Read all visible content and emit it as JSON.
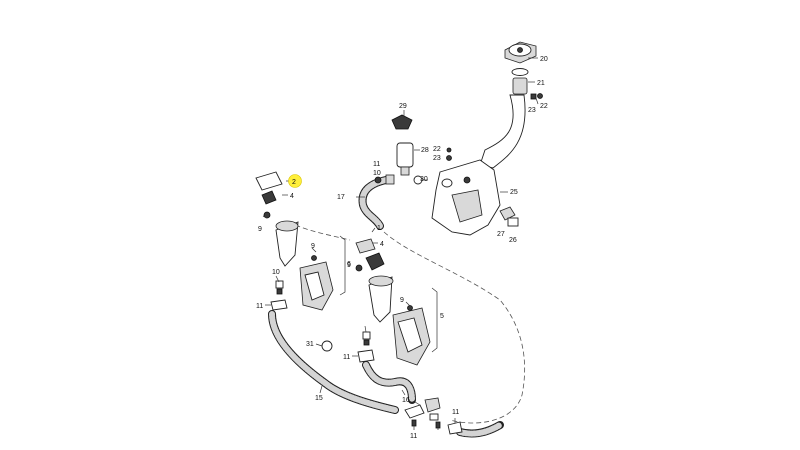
{
  "callouts": {
    "c1a": "1",
    "c2": "2",
    "c4a": "4",
    "c4b": "4",
    "c5": "5",
    "c6": "6",
    "c9a": "9",
    "c9b": "9",
    "c9c": "9",
    "c9d": "9",
    "c10a": "10",
    "c10b": "10",
    "c11a": "11",
    "c11b": "11",
    "c11c": "11",
    "c11d": "11",
    "c11e": "11",
    "c15": "15",
    "c16": "16",
    "c17": "17",
    "c20": "20",
    "c21": "21",
    "c22a": "22",
    "c22b": "22",
    "c23a": "23",
    "c23b": "23",
    "c25": "25",
    "c26": "26",
    "c27": "27",
    "c28": "28",
    "c29": "29",
    "c30": "30",
    "c31": "31"
  },
  "highlight": {
    "color": "#ffef3a",
    "selected_part": "2"
  }
}
